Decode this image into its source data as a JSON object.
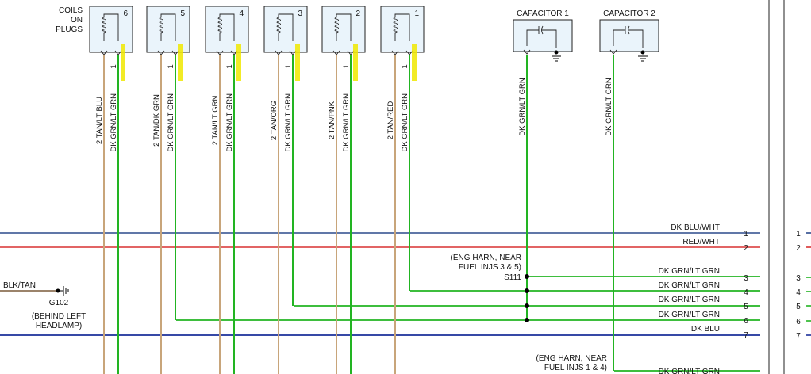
{
  "header": {
    "coils_title": [
      "COILS",
      "ON",
      "PLUGS"
    ]
  },
  "coils": [
    {
      "number": "6",
      "pin2_wire": "TAN/LT BLU",
      "pin1_wire": "DK GRN/LT GRN",
      "pin2": "2",
      "pin1": "1"
    },
    {
      "number": "5",
      "pin2_wire": "TAN/DK GRN",
      "pin1_wire": "DK GRN/LT GRN",
      "pin2": "2",
      "pin1": "1"
    },
    {
      "number": "4",
      "pin2_wire": "TAN/LT GRN",
      "pin1_wire": "DK GRN/LT GRN",
      "pin2": "2",
      "pin1": "1"
    },
    {
      "number": "3",
      "pin2_wire": "TAN/ORG",
      "pin1_wire": "DK GRN/LT GRN",
      "pin2": "2",
      "pin1": "1"
    },
    {
      "number": "2",
      "pin2_wire": "TAN/PNK",
      "pin1_wire": "DK GRN/LT GRN",
      "pin2": "2",
      "pin1": "1"
    },
    {
      "number": "1",
      "pin2_wire": "TAN/RED",
      "pin1_wire": "DK GRN/LT GRN",
      "pin2": "2",
      "pin1": "1"
    }
  ],
  "capacitors": [
    {
      "label": "CAPACITOR 1",
      "wire": "DK GRN/LT GRN"
    },
    {
      "label": "CAPACITOR 2",
      "wire": "DK GRN/LT GRN"
    }
  ],
  "bus_wires": [
    {
      "label": "DK BLU/WHT",
      "pin": "1"
    },
    {
      "label": "RED/WHT",
      "pin": "2"
    },
    {
      "label": "DK GRN/LT GRN",
      "pin": "3"
    },
    {
      "label": "DK GRN/LT GRN",
      "pin": "4"
    },
    {
      "label": "DK GRN/LT GRN",
      "pin": "5"
    },
    {
      "label": "DK GRN/LT GRN",
      "pin": "6"
    },
    {
      "label": "DK BLU",
      "pin": "7"
    },
    {
      "label": "DK GRN/LT GRN",
      "pin": ""
    }
  ],
  "splices": {
    "s111_note": [
      "(ENG HARN, NEAR",
      "FUEL INJS 3 & 5)"
    ],
    "s111_id": "S111",
    "lower_note": [
      "(ENG HARN, NEAR",
      "FUEL INJS 1 & 4)"
    ]
  },
  "ground": {
    "wire": "BLK/TAN",
    "id": "G102",
    "location": [
      "(BEHIND LEFT",
      "HEADLAMP)"
    ]
  },
  "right_panel_pins": [
    "1",
    "2",
    "3",
    "4",
    "5",
    "6",
    "7"
  ],
  "colors": {
    "dk_grn_lt_grn": "#22b422",
    "tan_stripe": "#c8a57a",
    "dk_blu_wht": "#2b4a8c",
    "red_wht": "#d83030",
    "dk_blu": "#1a2f9a",
    "highlight": "#f0e800",
    "coil_fill": "#eaf4fb"
  }
}
